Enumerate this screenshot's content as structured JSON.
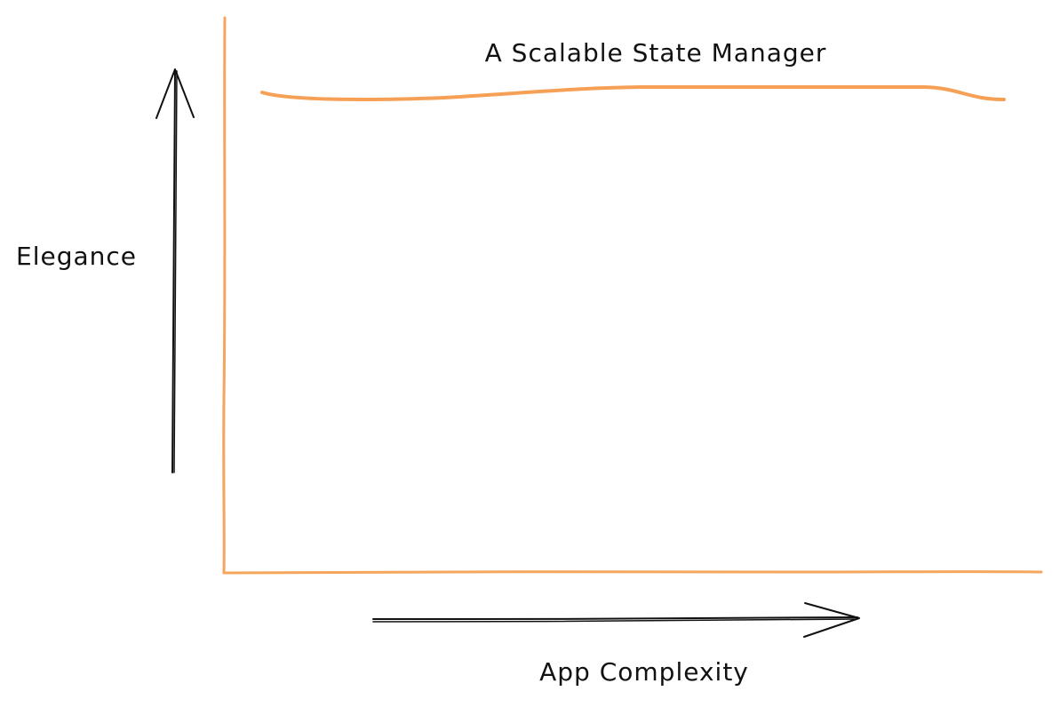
{
  "diagram": {
    "title": "A Scalable State Manager",
    "y_axis_label": "Elegance",
    "x_axis_label": "App Complexity",
    "colors": {
      "frame": "#f6a55d",
      "curve": "#f6a055",
      "arrow": "#111111",
      "text": "#111111"
    }
  }
}
